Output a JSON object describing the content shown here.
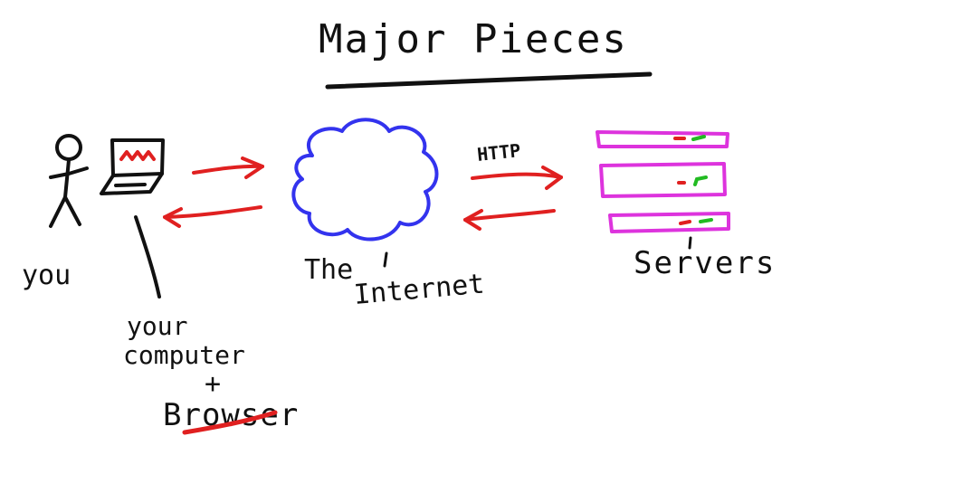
{
  "title": "Major Pieces",
  "labels": {
    "you": "you",
    "computer_line1": "your",
    "computer_line2": "computer",
    "computer_plus": "+",
    "computer_browser": "Browser",
    "internet_line1": "The",
    "internet_line2": "Internet",
    "servers": "Servers",
    "protocol": "HTTP"
  },
  "colors": {
    "ink": "#111111",
    "arrow": "#e02020",
    "cloud": "#3333ee",
    "server": "#dd33dd",
    "server_light_red": "#e02020",
    "server_light_green": "#22bb22",
    "screen_scribble": "#e02020",
    "underline": "#e02020"
  },
  "icons": {
    "person": "stick-figure-icon",
    "computer": "laptop-icon",
    "internet": "cloud-icon",
    "servers": "server-rack-icon"
  }
}
